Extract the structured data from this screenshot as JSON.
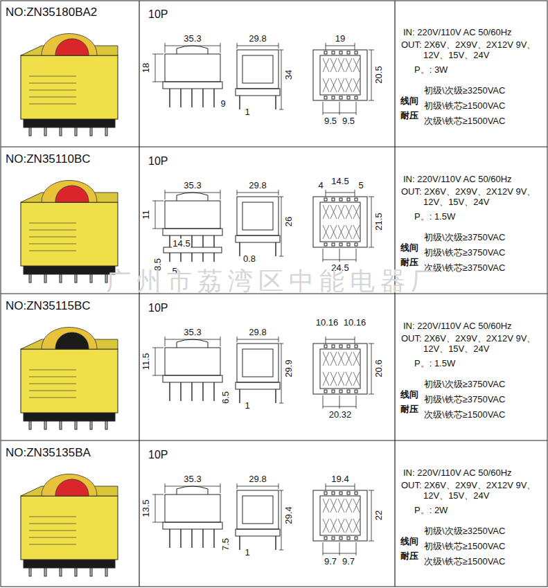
{
  "diagram": {
    "labels": [
      "NO:ZN35180BA2",
      "10P",
      "35.3",
      "18",
      "9",
      "29.8",
      "34",
      "1",
      "19",
      "20.5",
      "9.5",
      "9.5",
      "IN: 220V/110V AC  50/60Hz",
      "OUT: 2X6V、2X9V、2X12V 9V、12V、15V、24V",
      "P。: 3W",
      "线间 耐压",
      "初级\\次级≥3250VAC",
      "初级\\铁芯≥1500VAC",
      "次级\\铁芯≥1500VAC",
      "NO:ZN35110BC",
      "10P",
      "35.3",
      "11",
      "14.5",
      "5",
      "8.5",
      "29.8",
      "26",
      "0.8",
      "4",
      "14.5",
      "5",
      "21.5",
      "24.5",
      "IN: 220V/110V AC  50/60Hz",
      "OUT: 2X6V、2X9V、2X12V 9V、12V、15V、24V",
      "P。: 1.5W",
      "线间 耐压",
      "初级\\次级≥3750VAC",
      "初级\\铁芯≥3750VAC",
      "次级\\铁芯≥3750VAC",
      "NO:ZN35115BC",
      "10P",
      "35.3",
      "11.5",
      "6.5",
      "29.8",
      "29.9",
      "1",
      "10.16",
      "10.16",
      "20.6",
      "20.32",
      "IN: 220V/110V AC  50/60Hz",
      "OUT: 2X6V、2X9V、2X12V 9V、12V、15V、24V",
      "P。: 1.5W",
      "线间 耐压",
      "初级\\次级≥3750VAC",
      "初级\\铁芯≥3750VAC",
      "次级\\铁芯≥1500VAC",
      "NO:ZN35135BA",
      "10P",
      "35.3",
      "13.5",
      "7.5",
      "29.8",
      "29.4",
      "1",
      "19.4",
      "22",
      "9.7",
      "9.7",
      "IN: 220V/110V AC  50/60Hz",
      "OUT: 2X6V、2X9V、2X12V 9V、12V、15V、24V",
      "P。: 2W",
      "线间 耐压",
      "初级\\次级≥3250VAC",
      "初级\\铁芯≥1500VAC",
      "次级\\铁芯≥1500VAC",
      "广州市荔湾区中能电器厂"
    ]
  }
}
